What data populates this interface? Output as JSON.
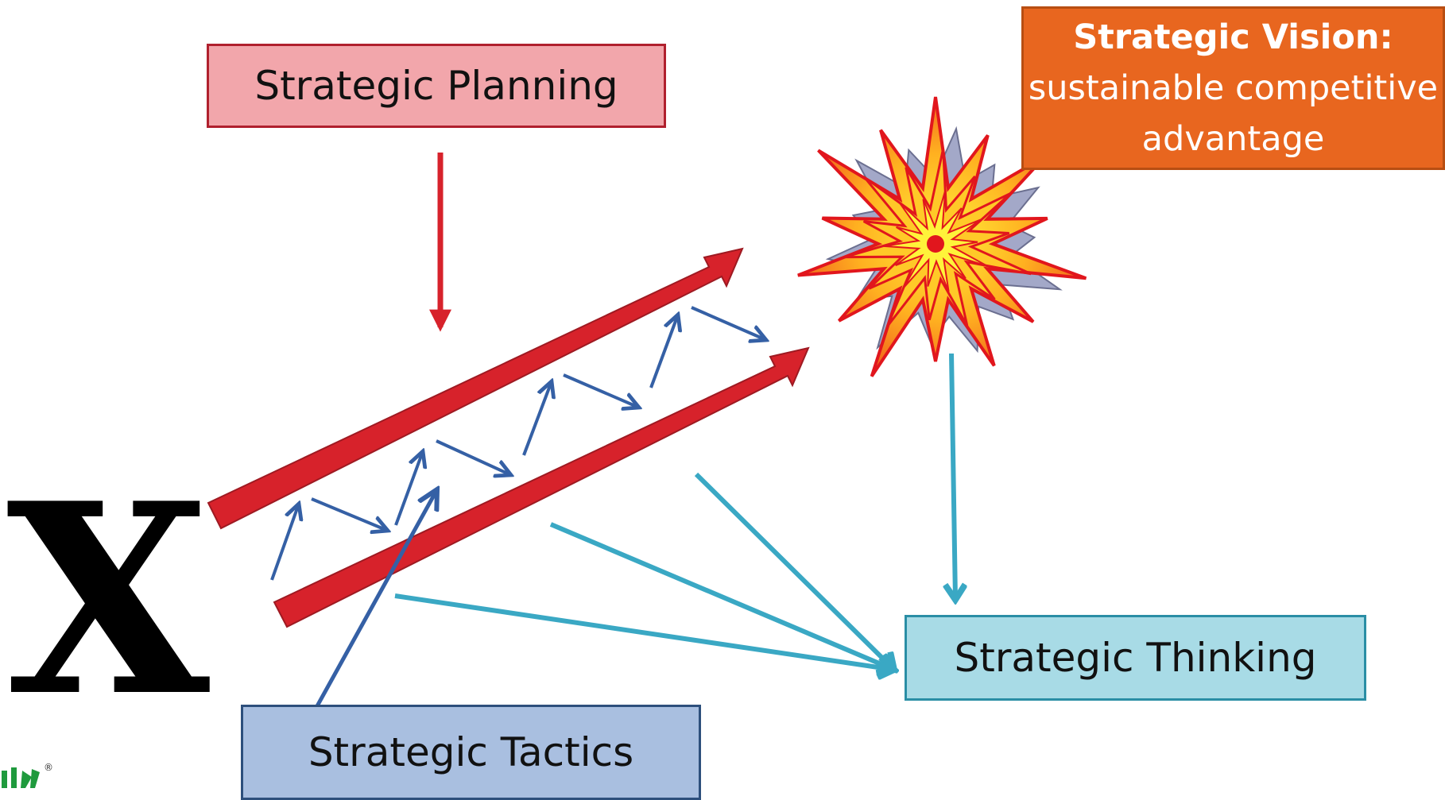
{
  "boxes": {
    "planning": "Strategic Planning",
    "vision_title": "Strategic Vision:",
    "vision_line1": "sustainable competitive",
    "vision_line2": "advantage",
    "thinking": "Strategic Thinking",
    "tactics": "Strategic Tactics"
  },
  "symbol": "X",
  "logo_mark": "®",
  "colors": {
    "planning_arrow": "#d7222b",
    "tactics_arrow": "#3560a5",
    "thinking_arrow": "#3aa8c4",
    "vision_box": "#e8661f",
    "planning_box": "#f2a6ab",
    "thinking_box": "#a8dbe6",
    "tactics_box": "#a9bfe0"
  }
}
